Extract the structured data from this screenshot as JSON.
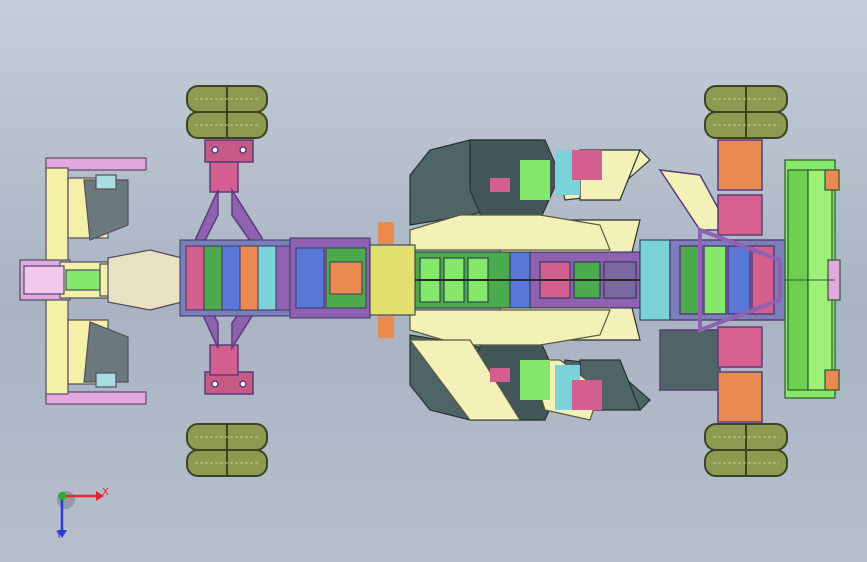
{
  "viewport": {
    "background": "#b3bcc9"
  },
  "model": {
    "name": "f1-lego-technic-car-top-view",
    "palette": {
      "tire": "#8c9a52",
      "tire_dark": "#3b4322",
      "frame_purple": "#8e62b0",
      "body_cream": "#f3f0b8",
      "sidepod_gray": "#4f6466",
      "wing_green": "#86e86a",
      "accent_magenta": "#d2589a",
      "accent_blue": "#5a78d8",
      "accent_cyan": "#7bd3d8",
      "accent_orange": "#e88a52",
      "engine_green": "#4caa4c",
      "nose_pink": "#e3a8e0",
      "nose_yellow": "#f3f0a8"
    }
  },
  "triad": {
    "x_label": "X",
    "y_label": "Y",
    "x_color": "#e0282a",
    "y_color": "#2a3ad0",
    "z_color": "#22b030"
  }
}
